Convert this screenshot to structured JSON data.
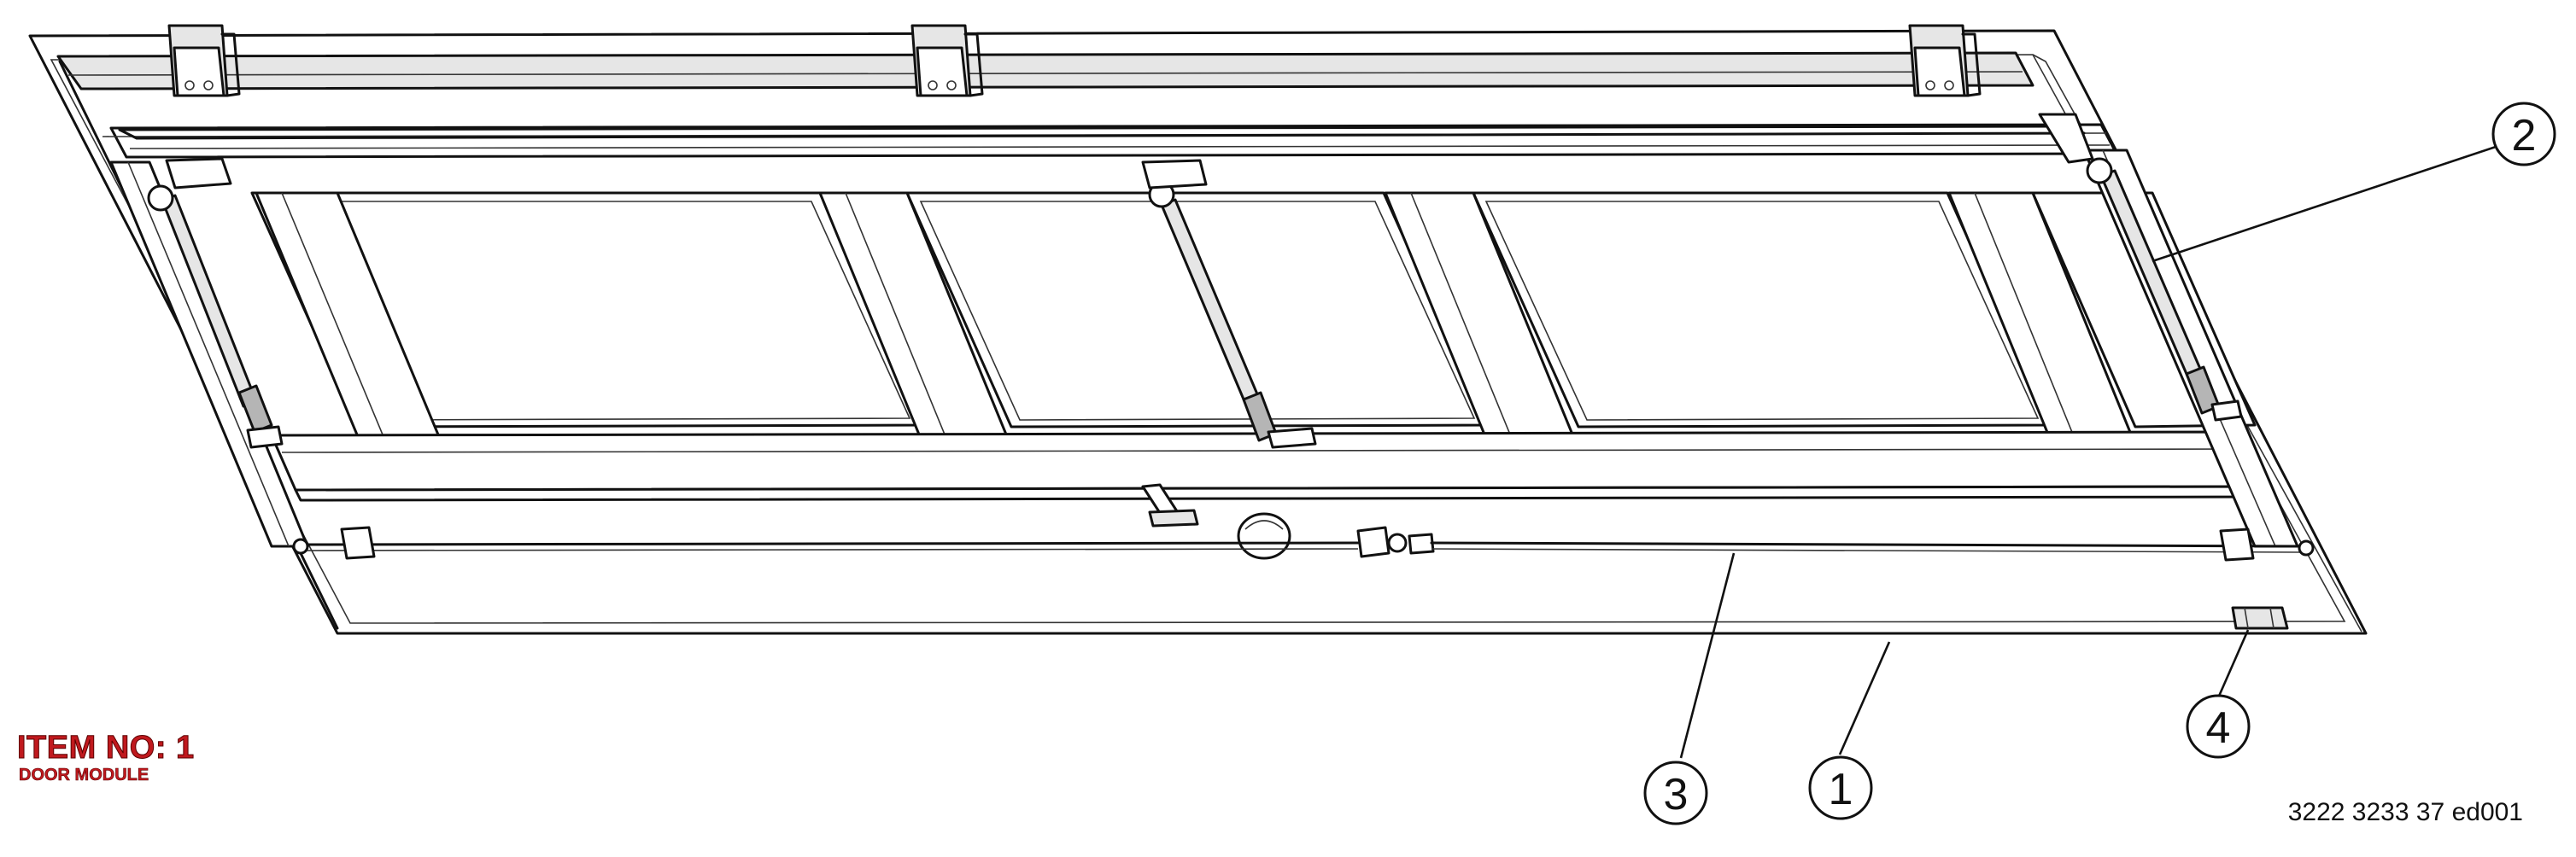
{
  "title_block": {
    "item_label": "ITEM NO: 1",
    "item_description": "DOOR MODULE",
    "drawing_number": "3222 3233 37 ed001",
    "label_color": "#c0191e"
  },
  "balloons": [
    {
      "id": "balloon-1",
      "label": "1"
    },
    {
      "id": "balloon-2",
      "label": "2"
    },
    {
      "id": "balloon-3",
      "label": "3"
    },
    {
      "id": "balloon-4",
      "label": "4"
    }
  ]
}
